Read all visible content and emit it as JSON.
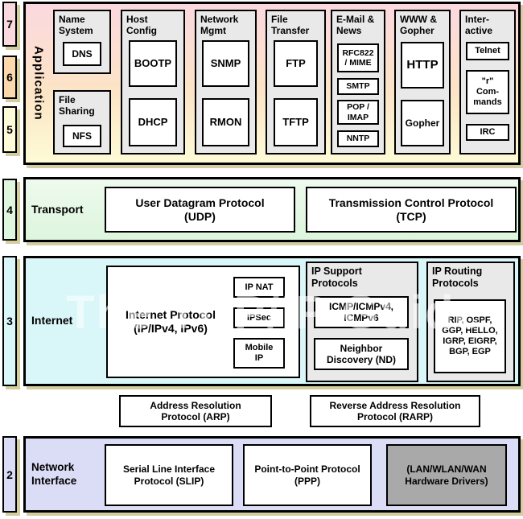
{
  "watermark": "The TCP/IP Guide",
  "layer_numbers": {
    "l7": "7",
    "l6": "6",
    "l5": "5",
    "l4": "4",
    "l3": "3",
    "l2": "2"
  },
  "application": {
    "label": "Application",
    "columns": [
      {
        "title": "Name\nSystem",
        "items": [
          "DNS"
        ]
      },
      {
        "title": "File\nSharing",
        "items": [
          "NFS"
        ]
      },
      {
        "title": "Host\nConfig",
        "items": [
          "BOOTP",
          "DHCP"
        ]
      },
      {
        "title": "Network\nMgmt",
        "items": [
          "SNMP",
          "RMON"
        ]
      },
      {
        "title": "File\nTransfer",
        "items": [
          "FTP",
          "TFTP"
        ]
      },
      {
        "title": "E-Mail &\nNews",
        "items": [
          "RFC822\n/ MIME",
          "SMTP",
          "POP /\nIMAP",
          "NNTP"
        ]
      },
      {
        "title": "WWW &\nGopher",
        "items": [
          "HTTP",
          "Gopher"
        ]
      },
      {
        "title": "Inter-\nactive",
        "items": [
          "Telnet",
          "\"r\"\nCom-\nmands",
          "IRC"
        ]
      }
    ]
  },
  "transport": {
    "label": "Transport",
    "udp": "User Datagram Protocol\n(UDP)",
    "tcp": "Transmission Control Protocol\n(TCP)"
  },
  "internet": {
    "label": "Internet",
    "ip": {
      "title": "Internet Protocol\n(IP/IPv4, IPv6)",
      "items": [
        "IP NAT",
        "IPSec",
        "Mobile\nIP"
      ]
    },
    "support": {
      "title": "IP Support\nProtocols",
      "items": [
        "ICMP/ICMPv4,\nICMPv6",
        "Neighbor\nDiscovery (ND)"
      ]
    },
    "routing": {
      "title": "IP Routing\nProtocols",
      "list": "RIP, OSPF,\nGGP, HELLO,\nIGRP, EIGRP,\nBGP, EGP"
    }
  },
  "resolution": {
    "arp": "Address Resolution\nProtocol (ARP)",
    "rarp": "Reverse Address Resolution\nProtocol (RARP)"
  },
  "network_interface": {
    "label": "Network\nInterface",
    "slip": "Serial Line Interface\nProtocol (SLIP)",
    "ppp": "Point-to-Point Protocol\n(PPP)",
    "hardware": "(LAN/WLAN/WAN\nHardware Drivers)"
  },
  "colors": {
    "layer7": "#f9d8df",
    "layer6": "#fbd9ac",
    "layer5": "#fdfbd8",
    "transport": "#dff6df",
    "internet": "#d9f6f8",
    "network_interface": "#dbdcf6",
    "hardware_box": "#a9a9a9",
    "panel_gray": "#e9e9e9",
    "shadow": "#d3cda0"
  }
}
